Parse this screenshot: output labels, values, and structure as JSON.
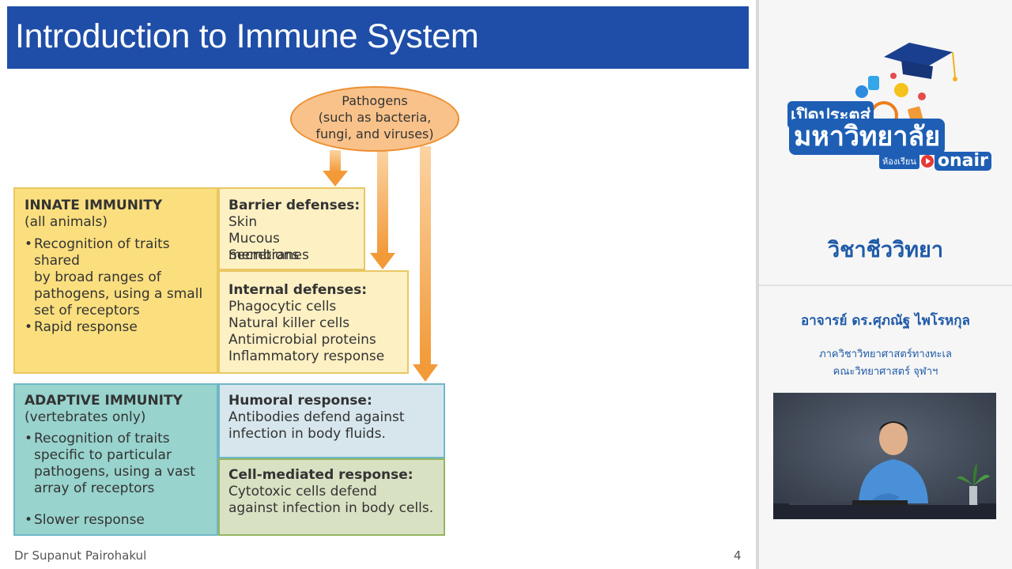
{
  "slide": {
    "title": "Introduction to Immune System",
    "pathogens": {
      "line1": "Pathogens",
      "line2": "(such as bacteria,",
      "line3": "fungi, and viruses)"
    },
    "innate": {
      "heading": "INNATE IMMUNITY",
      "sub": "(all animals)",
      "bullet1": [
        "Recognition of traits shared",
        "by broad ranges of",
        "pathogens, using a small",
        "set of receptors"
      ],
      "bullet2": "Rapid response"
    },
    "barrier": {
      "heading": "Barrier defenses:",
      "items": [
        "Skin",
        "Mucous membranes",
        "Secretions"
      ]
    },
    "internal": {
      "heading": "Internal defenses:",
      "items": [
        "Phagocytic cells",
        "Natural killer cells",
        "Antimicrobial proteins",
        "Inflammatory response"
      ]
    },
    "adaptive": {
      "heading": "ADAPTIVE IMMUNITY",
      "sub": "(vertebrates only)",
      "bullet1": [
        "Recognition of traits",
        "specific to particular",
        "pathogens, using a vast",
        "array of receptors"
      ],
      "bullet2": "Slower response"
    },
    "humoral": {
      "heading": "Humoral response:",
      "lines": [
        "Antibodies defend against",
        "infection in body fluids."
      ]
    },
    "cellmediated": {
      "heading": "Cell-mediated response:",
      "lines": [
        "Cytotoxic cells defend",
        "against infection in body cells."
      ]
    },
    "footer_name": "Dr Supanut Pairohakul",
    "page_number": "4"
  },
  "sidebar": {
    "logo": {
      "line1": "เปิดประตูสู่",
      "line2": "มหาวิทยาลัย",
      "badge": "ห้องเรียน",
      "onair": "onair"
    },
    "subject": "วิชาชีววิทยา",
    "teacher": "อาจารย์ ดร.ศุภณัฐ ไพโรหกุล",
    "dept_line1": "ภาควิชาวิทยาศาสตร์ทางทะเล",
    "dept_line2": "คณะวิทยาศาสตร์ จุฬาฯ"
  },
  "colors": {
    "title_bar": "#1f4ea8",
    "innate": "#fbdf7e",
    "innate_light": "#fdf0c3",
    "adaptive": "#98d3cd",
    "humoral": "#d6e6ec",
    "cell_mediated": "#d8e1c2",
    "arrow": "#f29a38",
    "sidebar_text": "#1f5aa8"
  }
}
